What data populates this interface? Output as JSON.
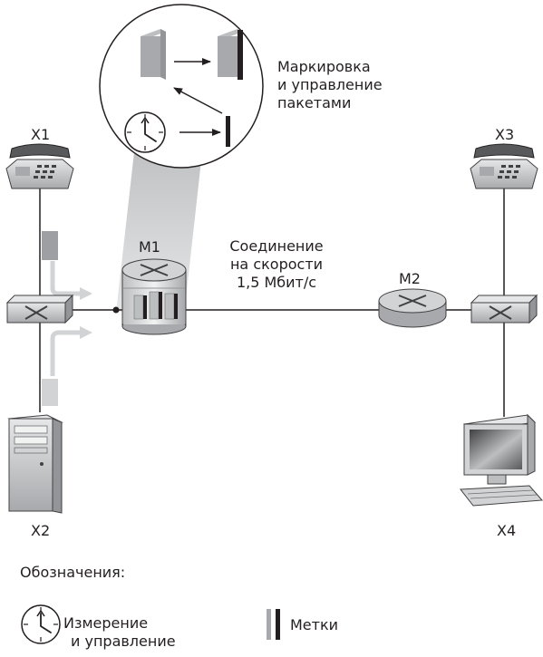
{
  "nodes": {
    "h1": "X1",
    "h2": "X2",
    "h3": "X3",
    "h4": "X4",
    "r1": "M1",
    "r2": "M2"
  },
  "link": {
    "line1": "Соединение",
    "line2": "на скорости",
    "line3": "1,5 Мбит/с"
  },
  "callout": {
    "line1": "Маркировка",
    "line2": "и управление",
    "line3": "пакетами"
  },
  "legend": {
    "title": "Обозначения:",
    "meter_line1": "Измерение",
    "meter_line2": "и управление",
    "marks": "Метки"
  },
  "icons": {
    "meter": "clock-icon",
    "marks": "mark-bars-icon",
    "phone": "phone-icon",
    "server": "server-tower-icon",
    "monitor": "computer-monitor-icon",
    "switch": "switch-icon",
    "router": "router-icon"
  },
  "colors": {
    "line": "#231f20",
    "packet_gray": "#9d9fa2",
    "packet_light": "#c7c8ca",
    "callout_fill": "#d1d3d4",
    "device_gray": "#bcbec0",
    "mark_dark": "#231f20"
  }
}
